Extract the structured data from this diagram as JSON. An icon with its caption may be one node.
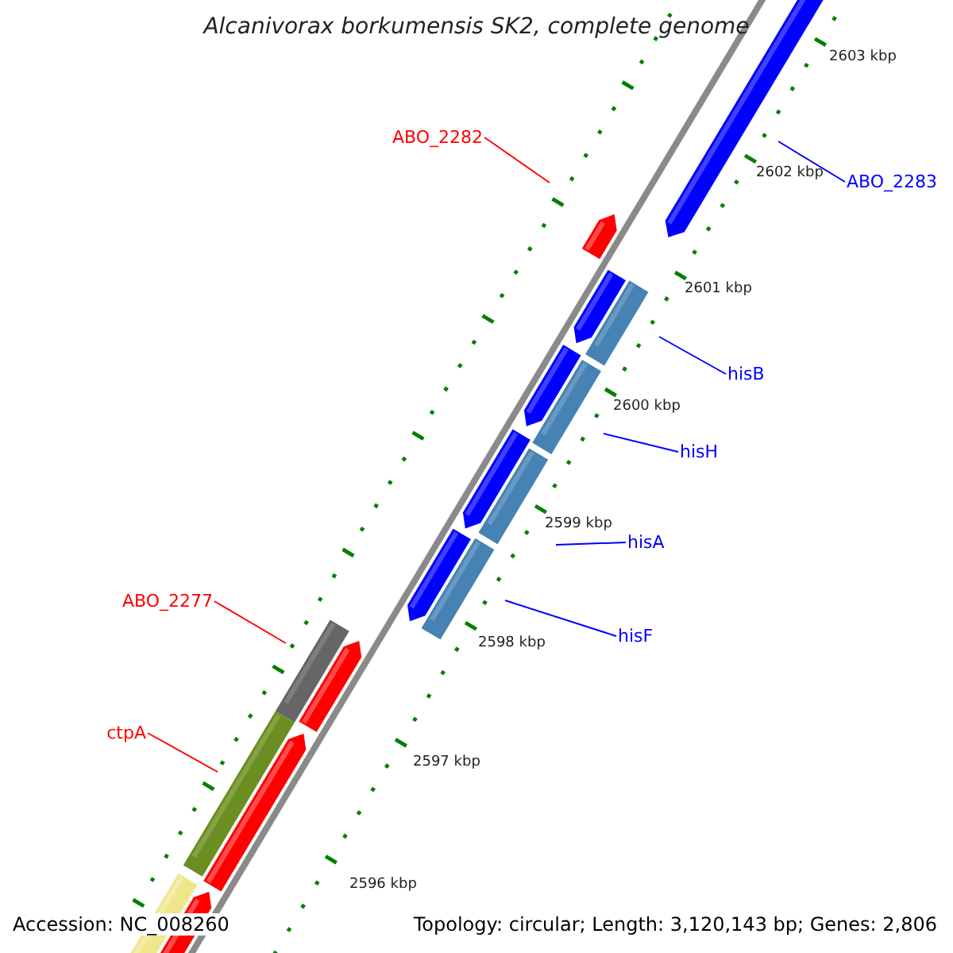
{
  "diagram": {
    "title": "Alcanivorax borkumensis SK2, complete genome",
    "nodes": [
      {
        "text": [
          "ABO_2282"
        ]
      },
      {
        "text": [
          "ABO_2283"
        ]
      },
      {
        "text": [
          "hisB"
        ]
      },
      {
        "text": [
          "hisH"
        ]
      },
      {
        "text": [
          "hisA"
        ]
      },
      {
        "text": [
          "hisF"
        ]
      },
      {
        "text": [
          "ABO_2277"
        ]
      },
      {
        "text": [
          "ctpA"
        ]
      }
    ],
    "edges": [
      {
        "from": 0,
        "to": null,
        "arrow": "none",
        "color": "#ff0000"
      },
      {
        "from": 1,
        "to": null,
        "arrow": "none"
      },
      {
        "from": 2,
        "to": null,
        "arrow": "none"
      },
      {
        "from": 3,
        "to": null,
        "arrow": "none"
      },
      {
        "from": 4,
        "to": null,
        "arrow": "none"
      },
      {
        "from": 5,
        "to": null,
        "arrow": "none"
      },
      {
        "from": 6,
        "to": null,
        "arrow": "none",
        "color": "#ff0000"
      },
      {
        "from": 7,
        "to": null,
        "arrow": "none",
        "color": "#ff0000"
      }
    ],
    "labels": [
      "2603 kbp",
      "2602 kbp",
      "2601 kbp",
      "2600 kbp",
      "2599 kbp",
      "2598 kbp",
      "2597 kbp",
      "2596 kbp",
      "Accession: NC_008260",
      "Topology: circular; Length: 3,120,143 bp; Genes: 2,806"
    ]
  }
}
